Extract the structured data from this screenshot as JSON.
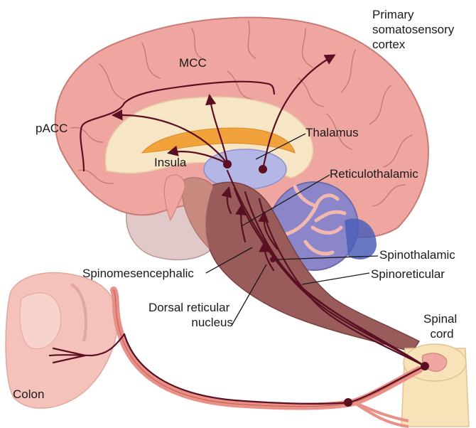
{
  "labels": {
    "primary": [
      "Primary",
      "somatosensory",
      "cortex"
    ],
    "mcc": "MCC",
    "pacc": "pACC",
    "thalamus": "Thalamus",
    "insula": "Insula",
    "reticulothalamic": "Reticulothalamic",
    "spinothalamic": "Spinothalamic",
    "spinomesencephalic": "Spinomesencephalic",
    "spinoreticular": "Spinoreticular",
    "dorsal_reticular": [
      "Dorsal reticular",
      "nucleus"
    ],
    "spinal_cord": [
      "Spinal",
      "cord"
    ],
    "colon": "Colon"
  },
  "colors": {
    "cortex": "#f0a6a0",
    "cortex_outline": "#c97c77",
    "pathway": "#5a0f22",
    "white_matter": "#f7e6c6",
    "insula": "#f2a23a",
    "thalamus": "#b4b7e6",
    "brainstem": "#9a5b5b",
    "cerebellum": "#8a86c9",
    "colon": "#f4c2bb",
    "nerve": "#e88f86",
    "spinal": "#f8e2b8"
  }
}
